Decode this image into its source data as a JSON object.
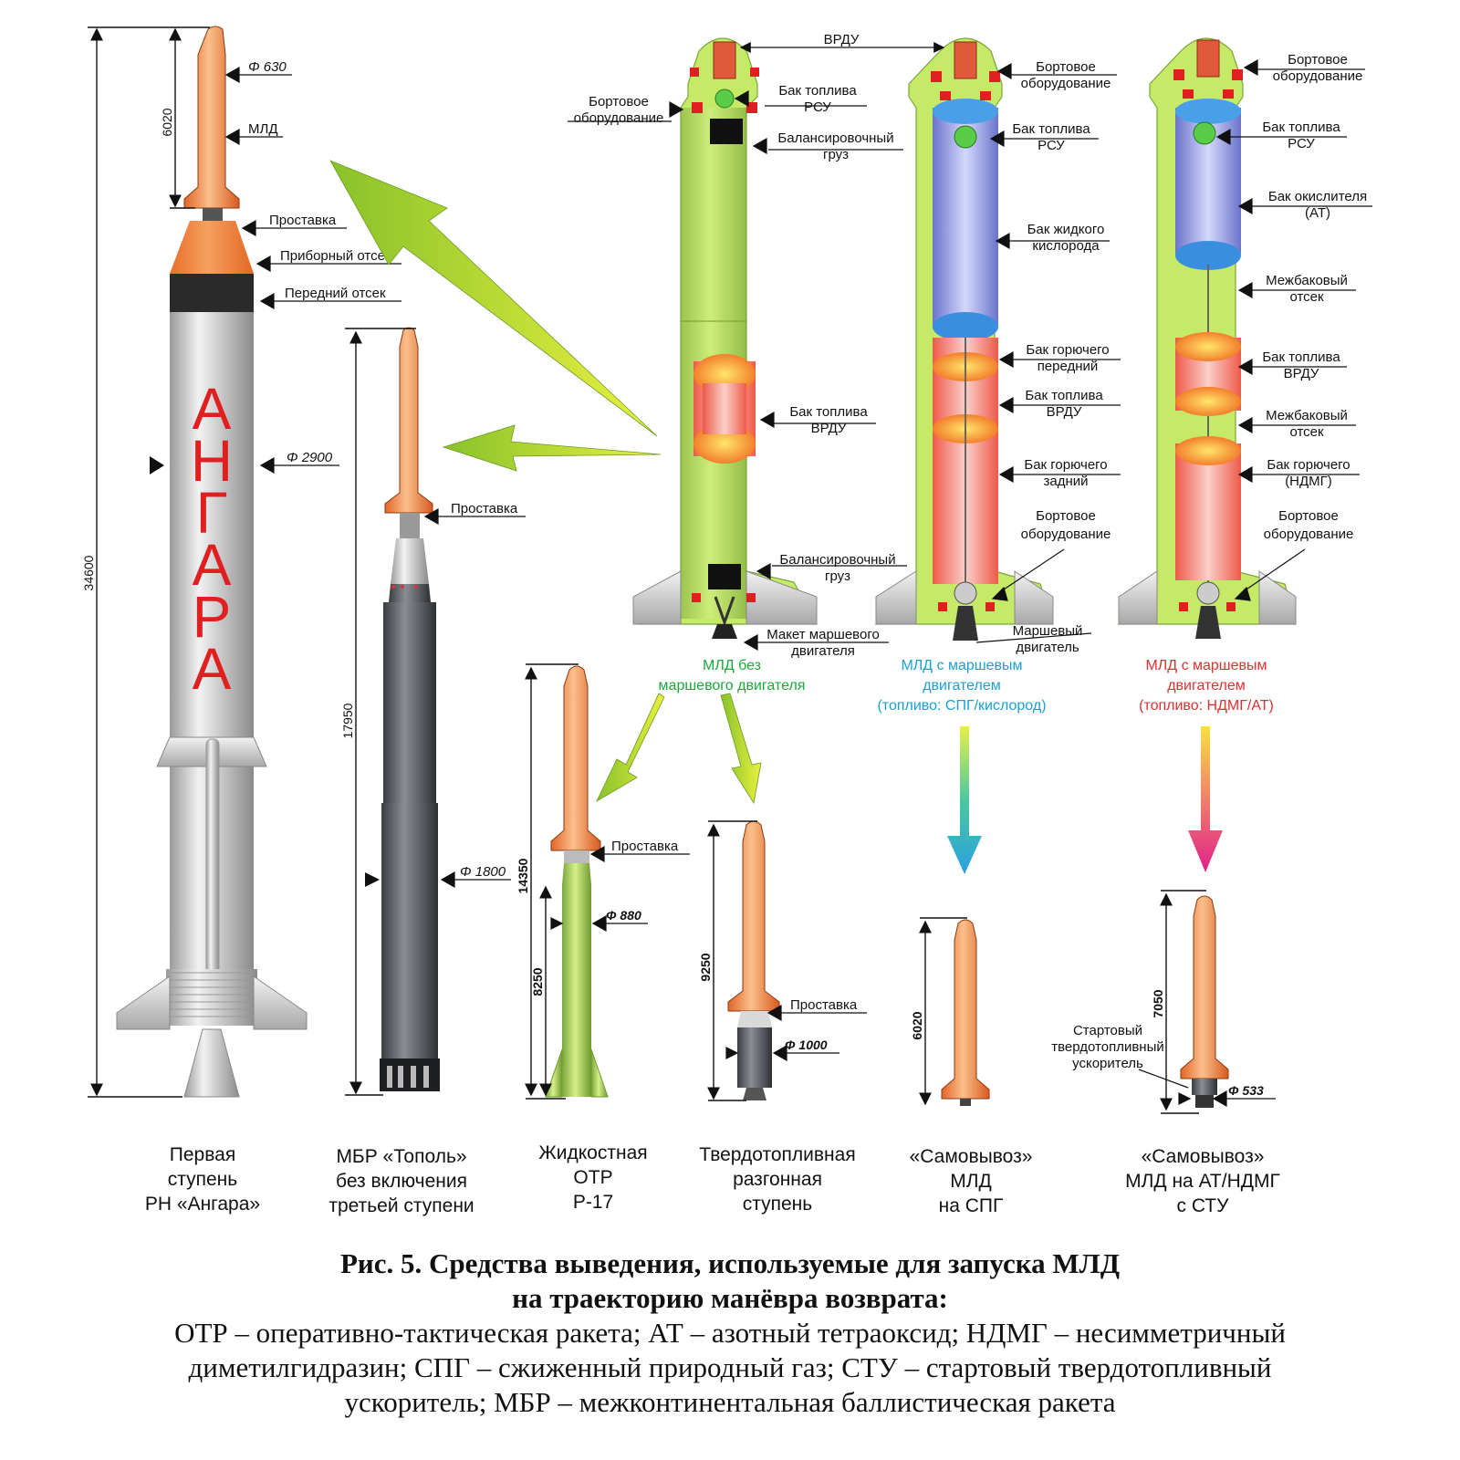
{
  "colors": {
    "lime": "#c4ea68",
    "orange": "#f08a4a",
    "grey": "#c8c8c8",
    "dark": "#5a5e63",
    "blue": "#8c95e0",
    "red": "#ee4040",
    "accentGreen": "#1aaa3a",
    "accentBlue": "#1aa0d8",
    "accentRed": "#e03030"
  },
  "angara": {
    "name_vertical": "АНГАРА",
    "dim_total": "34600",
    "dim_top": "6020",
    "d630": "Φ 630",
    "mld": "МЛД",
    "prostavka": "Проставка",
    "pribor": "Приборный отсек",
    "peredniy": "Передний отсек",
    "d2900": "Φ 2900"
  },
  "topol": {
    "dim_total": "17950",
    "prostavka": "Проставка",
    "d1800": "Φ 1800"
  },
  "r17": {
    "dim_total": "14350",
    "dim_lower": "8250",
    "prostavka": "Проставка",
    "d880": "Φ 880"
  },
  "solid": {
    "dim_total": "9250",
    "prostavka": "Проставка",
    "d1000": "Φ 1000"
  },
  "spg": {
    "dim_total": "6020"
  },
  "at": {
    "dim_total": "7050",
    "booster_l1": "Стартовый",
    "booster_l2": "твердотопливный",
    "booster_l3": "ускоритель",
    "d533": "Φ 533"
  },
  "v1": {
    "bort_l1": "Бортовое",
    "bort_l2": "оборудование",
    "rsu_l1": "Бак топлива",
    "rsu_l2": "РСУ",
    "bal_l1": "Балансировочный",
    "bal_l2": "груз",
    "vrdu_l1": "Бак топлива",
    "vrdu_l2": "ВРДУ",
    "bal2_l1": "Балансировочный",
    "bal2_l2": "груз",
    "maket_l1": "Макет маршевого",
    "maket_l2": "двигателя",
    "title_l1": "МЛД без",
    "title_l2": "маршевого двигателя"
  },
  "vrdu_top": "ВРДУ",
  "v2": {
    "bort_l1": "Бортовое",
    "bort_l2": "оборудование",
    "rsu_l1": "Бак топлива",
    "rsu_l2": "РСУ",
    "lox_l1": "Бак жидкого",
    "lox_l2": "кислорода",
    "fuelf_l1": "Бак горючего",
    "fuelf_l2": "передний",
    "vrdu_l1": "Бак топлива",
    "vrdu_l2": "ВРДУ",
    "fuelr_l1": "Бак горючего",
    "fuelr_l2": "задний",
    "bort2_l1": "Бортовое",
    "bort2_l2": "оборудование",
    "engine_l1": "Маршевый",
    "engine_l2": "двигатель",
    "title_l1": "МЛД с маршевым",
    "title_l2": "двигателем",
    "title_l3": "(топливо: СПГ/кислород)"
  },
  "v3": {
    "bort_l1": "Бортовое",
    "bort_l2": "оборудование",
    "rsu_l1": "Бак топлива",
    "rsu_l2": "РСУ",
    "ox_l1": "Бак  окислителя",
    "ox_l2": "(АТ)",
    "inter_l1": "Межбаковый",
    "inter_l2": "отсек",
    "vrdu_l1": "Бак топлива",
    "vrdu_l2": "ВРДУ",
    "inter2_l1": "Межбаковый",
    "inter2_l2": "отсек",
    "fuel_l1": "Бак горючего",
    "fuel_l2": "(НДМГ)",
    "bort2_l1": "Бортовое",
    "bort2_l2": "оборудование",
    "title_l1": "МЛД с маршевым",
    "title_l2": "двигателем",
    "title_l3": "(топливо: НДМГ/АТ)"
  },
  "bottom_captions": [
    {
      "l1": "Первая",
      "l2": "ступень",
      "l3": "РН «Ангара»"
    },
    {
      "l1": "МБР «Тополь»",
      "l2": "без включения",
      "l3": "третьей ступени"
    },
    {
      "l1": "Жидкостная",
      "l2": "ОТР",
      "l3": "Р-17"
    },
    {
      "l1": "Твердотопливная",
      "l2": "разгонная",
      "l3": "ступень"
    },
    {
      "l1": "«Самовывоз»",
      "l2": "МЛД",
      "l3": "на СПГ"
    },
    {
      "l1": "«Самовывоз»",
      "l2": "МЛД на АТ/НДМГ",
      "l3": "с СТУ"
    }
  ],
  "caption": {
    "title_l1": "Рис. 5. Средства выведения, используемые для запуска МЛД",
    "title_l2": "на траекторию манёвра возврата:",
    "body_l1": "ОТР – оперативно-тактическая ракета; АТ – азотный тетраоксид; НДМГ – несимметричный",
    "body_l2": "диметилгидразин; СПГ – сжиженный природный газ; СТУ – стартовый твердотопливный",
    "body_l3": "ускоритель; МБР – межконтинентальная баллистическая ракета"
  }
}
